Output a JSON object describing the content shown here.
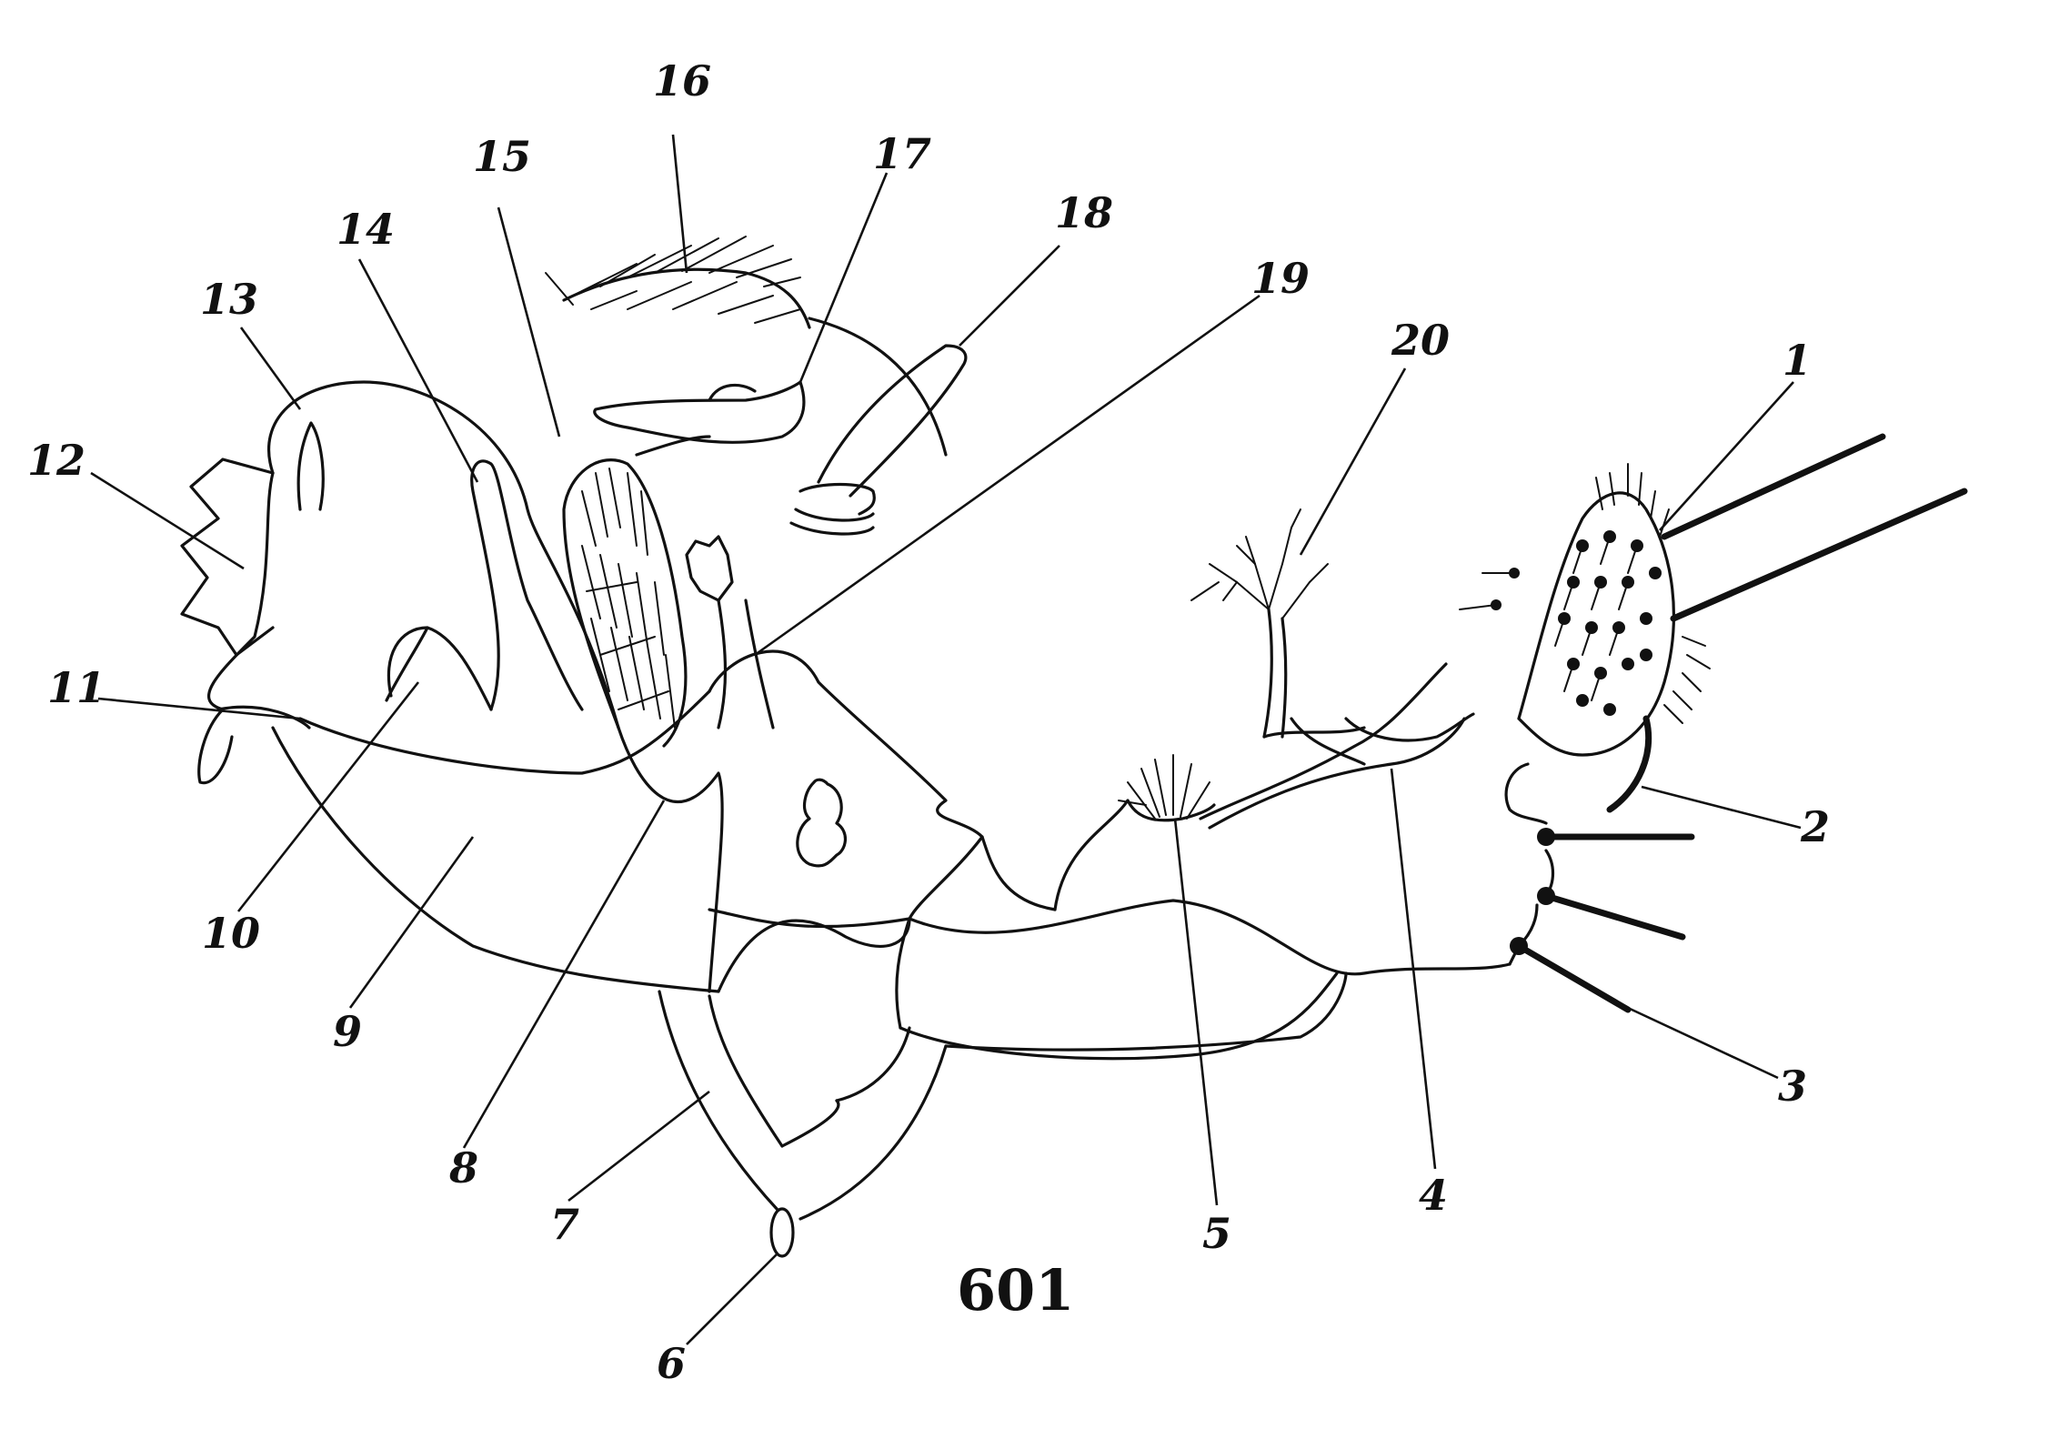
{
  "figure": {
    "number": "601",
    "labels": [
      "1",
      "2",
      "3",
      "4",
      "5",
      "6",
      "7",
      "8",
      "9",
      "10",
      "11",
      "12",
      "13",
      "14",
      "15",
      "16",
      "17",
      "18",
      "19",
      "20"
    ]
  }
}
